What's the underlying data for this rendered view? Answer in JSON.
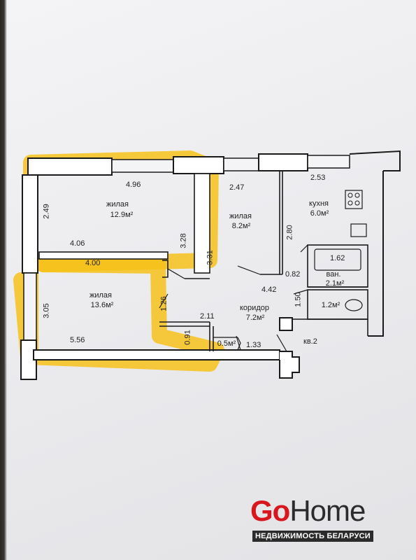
{
  "plan": {
    "apartment_label": "кв.2",
    "rooms": [
      {
        "id": "living1",
        "name": "жилая",
        "area": "12.9м²"
      },
      {
        "id": "living2",
        "name": "жилая",
        "area": "8.2м²"
      },
      {
        "id": "kitchen",
        "name": "кухня",
        "area": "6.0м²"
      },
      {
        "id": "living3",
        "name": "жилая",
        "area": "13.6м²"
      },
      {
        "id": "corridor",
        "name": "коридор",
        "area": "7.2м²"
      },
      {
        "id": "bath",
        "name": "ван.",
        "area": "2.1м²"
      },
      {
        "id": "wc",
        "name": "",
        "area": "1.2м²"
      },
      {
        "id": "closet",
        "name": "",
        "area": "0.5м²"
      }
    ],
    "dimensions": {
      "d496": "4.96",
      "d247": "2.47",
      "d253": "2.53",
      "d249": "2.49",
      "d406": "4.06",
      "d328": "3.28",
      "d331": "3.31",
      "d280": "2.80",
      "d400": "4.00",
      "d162": "1.62",
      "d082": "0.82",
      "d442": "4.42",
      "d150": "1.50",
      "d305": "3.05",
      "d126": "1.26",
      "d211": "2.11",
      "d091": "0.91",
      "d556": "5.56",
      "d133": "1.33"
    }
  },
  "logo": {
    "go": "Go",
    "home": "Home",
    "tagline": "НЕДВИЖИМОСТЬ БЕЛАРУСИ"
  },
  "colors": {
    "highlight": "#f6c21a",
    "wall": "#1a1a1a",
    "brand_red": "#d8161e"
  }
}
